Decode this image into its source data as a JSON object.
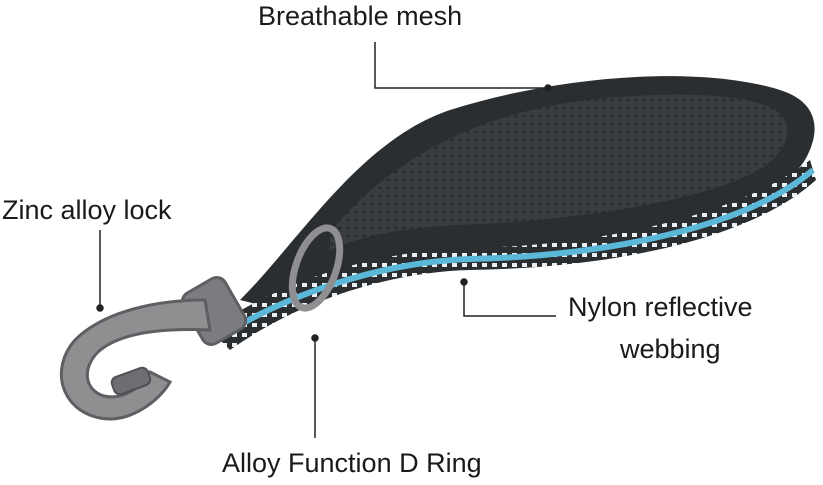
{
  "labels": {
    "breathable_mesh": "Breathable mesh",
    "zinc_alloy_lock": "Zinc alloy lock",
    "nylon_reflective_line1": "Nylon reflective",
    "nylon_reflective_line2": "webbing",
    "alloy_d_ring": "Alloy Function D Ring"
  },
  "colors": {
    "webbing": "#2b2e31",
    "mesh": "#3a3d40",
    "accent_stripe": "#5bb8d8",
    "reflective_dots": "#e8eef2",
    "metal": "#8f8f92",
    "metal_dark": "#5e5f62",
    "leader_line": "#222222"
  }
}
